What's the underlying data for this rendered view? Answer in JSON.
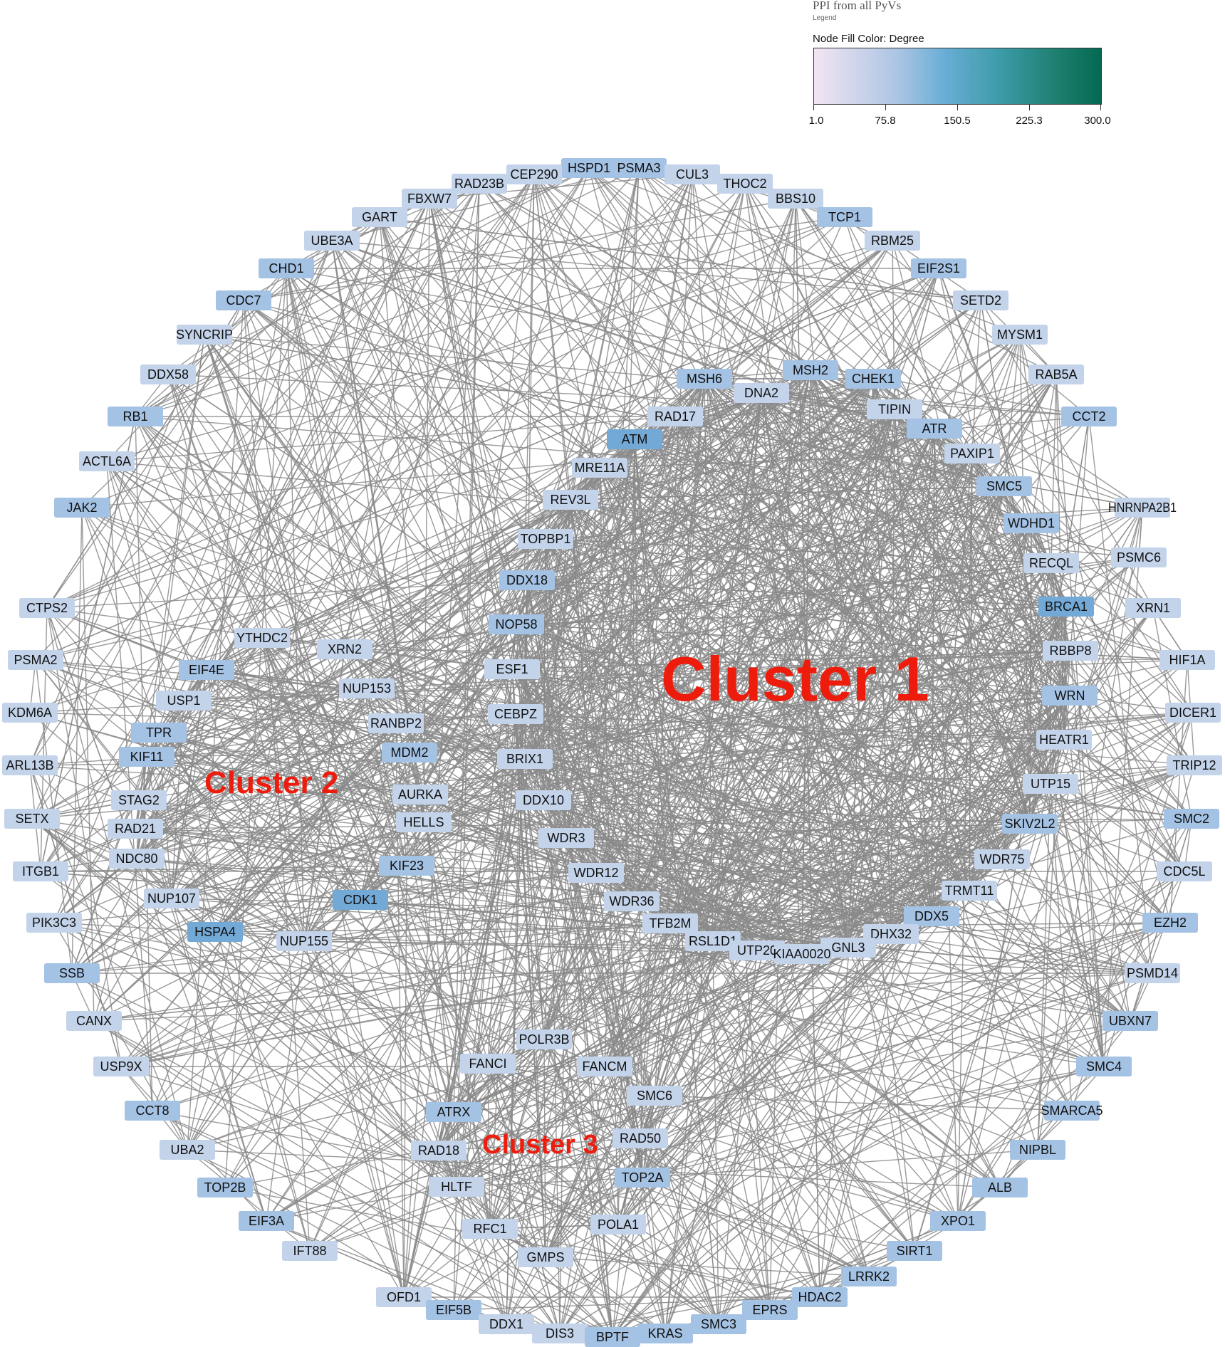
{
  "legend": {
    "title": "PPI from all PyVs",
    "subtitle": "Legend",
    "fill_label": "Node Fill Color:  Degree",
    "ticks": [
      "1.0",
      "75.8",
      "150.5",
      "225.3",
      "300.0"
    ],
    "gradient_colors": [
      "#f2e5f3",
      "#6aaed6",
      "#036a52"
    ]
  },
  "clusters": [
    {
      "label": "Cluster 1"
    },
    {
      "label": "Cluster 2"
    },
    {
      "label": "Cluster 3"
    }
  ],
  "colors": {
    "edge": "#8a8a8a",
    "node_light": "#c3d3ea",
    "node_mid": "#a4c2e4",
    "node_dark": "#73a9d6",
    "cluster_text": "#ee1c0c"
  },
  "nodes": [
    {
      "id": "HSPD1",
      "c": 1
    },
    {
      "id": "PSMA3",
      "c": 1
    },
    {
      "id": "CUL3",
      "c": 0
    },
    {
      "id": "CEP290",
      "c": 0
    },
    {
      "id": "RAD23B",
      "c": 0
    },
    {
      "id": "THOC2",
      "c": 0
    },
    {
      "id": "FBXW7",
      "c": 0
    },
    {
      "id": "BBS10",
      "c": 0
    },
    {
      "id": "GART",
      "c": 0
    },
    {
      "id": "TCP1",
      "c": 1
    },
    {
      "id": "UBE3A",
      "c": 0
    },
    {
      "id": "RBM25",
      "c": 0
    },
    {
      "id": "CHD1",
      "c": 1
    },
    {
      "id": "EIF2S1",
      "c": 1
    },
    {
      "id": "CDC7",
      "c": 1
    },
    {
      "id": "SETD2",
      "c": 0
    },
    {
      "id": "SYNCRIP",
      "c": 0
    },
    {
      "id": "MYSM1",
      "c": 0
    },
    {
      "id": "DDX58",
      "c": 0
    },
    {
      "id": "RAB5A",
      "c": 0
    },
    {
      "id": "RB1",
      "c": 1
    },
    {
      "id": "CCT2",
      "c": 1
    },
    {
      "id": "ACTL6A",
      "c": 0
    },
    {
      "id": "JAK2",
      "c": 1
    },
    {
      "id": "HNRNPA2B1",
      "c": 0
    },
    {
      "id": "PSMC6",
      "c": 0
    },
    {
      "id": "CTPS2",
      "c": 0
    },
    {
      "id": "XRN1",
      "c": 0
    },
    {
      "id": "PSMA2",
      "c": 0
    },
    {
      "id": "HIF1A",
      "c": 0
    },
    {
      "id": "KDM6A",
      "c": 0
    },
    {
      "id": "DICER1",
      "c": 0
    },
    {
      "id": "ARL13B",
      "c": 0
    },
    {
      "id": "TRIP12",
      "c": 0
    },
    {
      "id": "SETX",
      "c": 0
    },
    {
      "id": "SMC2",
      "c": 1
    },
    {
      "id": "ITGB1",
      "c": 0
    },
    {
      "id": "CDC5L",
      "c": 0
    },
    {
      "id": "PIK3C3",
      "c": 0
    },
    {
      "id": "EZH2",
      "c": 1
    },
    {
      "id": "SSB",
      "c": 1
    },
    {
      "id": "PSMD14",
      "c": 0
    },
    {
      "id": "CANX",
      "c": 0
    },
    {
      "id": "UBXN7",
      "c": 1
    },
    {
      "id": "USP9X",
      "c": 0
    },
    {
      "id": "SMC4",
      "c": 1
    },
    {
      "id": "CCT8",
      "c": 1
    },
    {
      "id": "SMARCA5",
      "c": 1
    },
    {
      "id": "UBA2",
      "c": 0
    },
    {
      "id": "NIPBL",
      "c": 1
    },
    {
      "id": "TOP2B",
      "c": 1
    },
    {
      "id": "ALB",
      "c": 1
    },
    {
      "id": "EIF3A",
      "c": 1
    },
    {
      "id": "XPO1",
      "c": 1
    },
    {
      "id": "IFT88",
      "c": 0
    },
    {
      "id": "SIRT1",
      "c": 1
    },
    {
      "id": "OFD1",
      "c": 0
    },
    {
      "id": "LRRK2",
      "c": 1
    },
    {
      "id": "EIF5B",
      "c": 1
    },
    {
      "id": "HDAC2",
      "c": 1
    },
    {
      "id": "DDX1",
      "c": 0
    },
    {
      "id": "EPRS",
      "c": 2
    },
    {
      "id": "DIS3",
      "c": 0
    },
    {
      "id": "SMC3",
      "c": 2
    },
    {
      "id": "BPTF",
      "c": 2
    },
    {
      "id": "KRAS",
      "c": 1
    },
    {
      "id": "MSH6",
      "c": 1
    },
    {
      "id": "MSH2",
      "c": 2
    },
    {
      "id": "CHEK1",
      "c": 1
    },
    {
      "id": "DNA2",
      "c": 0
    },
    {
      "id": "TIPIN",
      "c": 0
    },
    {
      "id": "RAD17",
      "c": 0
    },
    {
      "id": "ATR",
      "c": 2
    },
    {
      "id": "ATM",
      "c": 3
    },
    {
      "id": "PAXIP1",
      "c": 0
    },
    {
      "id": "MRE11A",
      "c": 0
    },
    {
      "id": "SMC5",
      "c": 1
    },
    {
      "id": "REV3L",
      "c": 0
    },
    {
      "id": "WDHD1",
      "c": 1
    },
    {
      "id": "TOPBP1",
      "c": 0
    },
    {
      "id": "RECQL",
      "c": 0
    },
    {
      "id": "DDX18",
      "c": 1
    },
    {
      "id": "BRCA1",
      "c": 3
    },
    {
      "id": "NOP58",
      "c": 1
    },
    {
      "id": "RBBP8",
      "c": 0
    },
    {
      "id": "ESF1",
      "c": 0
    },
    {
      "id": "WRN",
      "c": 2
    },
    {
      "id": "CEBPZ",
      "c": 0
    },
    {
      "id": "HEATR1",
      "c": 0
    },
    {
      "id": "BRIX1",
      "c": 0
    },
    {
      "id": "UTP15",
      "c": 0
    },
    {
      "id": "DDX10",
      "c": 0
    },
    {
      "id": "SKIV2L2",
      "c": 2
    },
    {
      "id": "WDR3",
      "c": 0
    },
    {
      "id": "WDR75",
      "c": 0
    },
    {
      "id": "WDR12",
      "c": 0
    },
    {
      "id": "TRMT11",
      "c": 0
    },
    {
      "id": "WDR36",
      "c": 0
    },
    {
      "id": "DDX5",
      "c": 2
    },
    {
      "id": "TFB2M",
      "c": 0
    },
    {
      "id": "DHX32",
      "c": 0
    },
    {
      "id": "RSL1D1",
      "c": 0
    },
    {
      "id": "GNL3",
      "c": 0
    },
    {
      "id": "UTP20",
      "c": 0
    },
    {
      "id": "KIAA0020",
      "c": 0
    },
    {
      "id": "YTHDC2",
      "c": 0
    },
    {
      "id": "XRN2",
      "c": 0
    },
    {
      "id": "EIF4E",
      "c": 1
    },
    {
      "id": "NUP153",
      "c": 0
    },
    {
      "id": "USP1",
      "c": 0
    },
    {
      "id": "RANBP2",
      "c": 0
    },
    {
      "id": "TPR",
      "c": 1
    },
    {
      "id": "MDM2",
      "c": 2
    },
    {
      "id": "KIF11",
      "c": 2
    },
    {
      "id": "STAG2",
      "c": 0
    },
    {
      "id": "AURKA",
      "c": 0
    },
    {
      "id": "RAD21",
      "c": 0
    },
    {
      "id": "HELLS",
      "c": 0
    },
    {
      "id": "NDC80",
      "c": 0
    },
    {
      "id": "KIF23",
      "c": 1
    },
    {
      "id": "NUP107",
      "c": 0
    },
    {
      "id": "CDK1",
      "c": 3
    },
    {
      "id": "HSPA4",
      "c": 3
    },
    {
      "id": "NUP155",
      "c": 0
    },
    {
      "id": "POLR3B",
      "c": 0
    },
    {
      "id": "FANCI",
      "c": 0
    },
    {
      "id": "FANCM",
      "c": 0
    },
    {
      "id": "SMC6",
      "c": 0
    },
    {
      "id": "ATRX",
      "c": 2
    },
    {
      "id": "RAD50",
      "c": 0
    },
    {
      "id": "RAD18",
      "c": 0
    },
    {
      "id": "TOP2A",
      "c": 2
    },
    {
      "id": "HLTF",
      "c": 0
    },
    {
      "id": "RFC1",
      "c": 0
    },
    {
      "id": "POLA1",
      "c": 0
    },
    {
      "id": "GMPS",
      "c": 0
    }
  ]
}
